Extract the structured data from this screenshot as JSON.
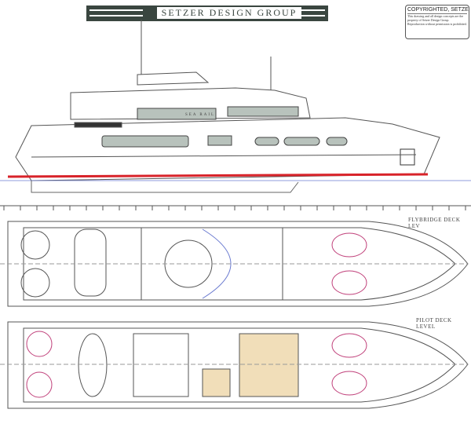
{
  "header": {
    "title": "SETZER DESIGN GROUP"
  },
  "copyright": {
    "title": "COPYRIGHTED, SETZER",
    "body": "This drawing and all design concepts are the property of Setzer Design Group. Reproduction without permission is prohibited."
  },
  "profile": {
    "yacht_name": "SEA RAIL"
  },
  "decks": [
    {
      "label": "FLYBRIDGE DECK LEV"
    },
    {
      "label": "PILOT DECK LEVEL"
    }
  ],
  "colors": {
    "banner": "#3a4640",
    "waterline": "#d8232a",
    "furniture_pink": "#c0407a",
    "wood": "#e8c88a"
  }
}
